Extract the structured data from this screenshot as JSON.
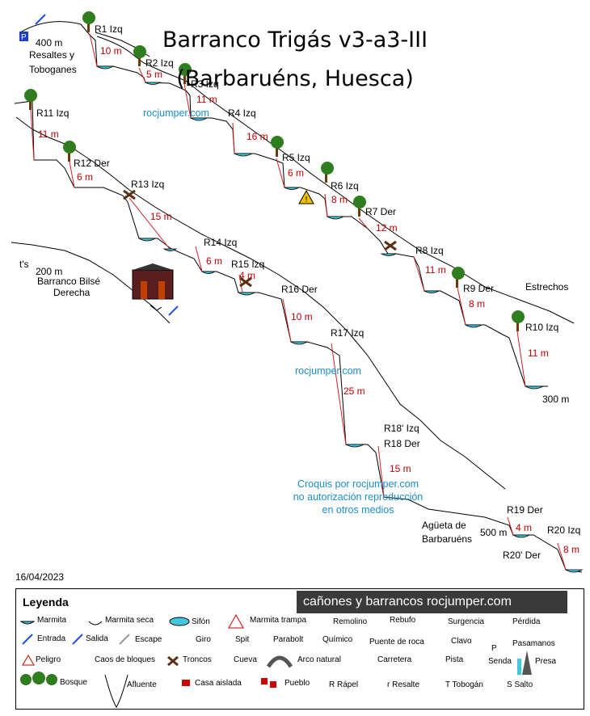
{
  "title": {
    "line1": "Barranco Trigás v3-a3-III",
    "line2": "(Barbaruéns, Huesca)"
  },
  "watermarks": [
    "rocjumper.com",
    "rocjumper.com"
  ],
  "note": [
    "Croquis por rocjumper.com",
    "no autorización reproducción",
    "en otros medios"
  ],
  "date": "16/04/2023",
  "labels": {
    "access": "400 m",
    "resaltes1": "Resaltes y",
    "resaltes2": "Toboganes",
    "bilse_dist": "200 m",
    "bilse_ts": "t's",
    "bilse1": "Barranco Bilsé",
    "bilse2": "Derecha",
    "estrechos": "Estrechos",
    "d300": "300 m",
    "d500": "500 m",
    "aigueta1": "Agüeta de",
    "aigueta2": "Barbaruéns"
  },
  "rappels": [
    {
      "name": "R1 Izq",
      "height": "10 m"
    },
    {
      "name": "R2 Izq",
      "height": "5 m"
    },
    {
      "name": "R3 Izq",
      "height": "11 m"
    },
    {
      "name": "R4 Izq",
      "height": "16 m"
    },
    {
      "name": "R5 Izq",
      "height": "6 m"
    },
    {
      "name": "R6 Izq",
      "height": "8 m"
    },
    {
      "name": "R7 Der",
      "height": "12 m"
    },
    {
      "name": "R8 Izq",
      "height": "11 m"
    },
    {
      "name": "R9 Der",
      "height": "8 m"
    },
    {
      "name": "R10 Izq",
      "height": "11 m"
    },
    {
      "name": "R11 Izq",
      "height": "11 m"
    },
    {
      "name": "R12 Der",
      "height": "6 m"
    },
    {
      "name": "R13 Izq",
      "height": "15 m"
    },
    {
      "name": "R14 Izq",
      "height": "6 m"
    },
    {
      "name": "R15 Izq",
      "height": "4 m"
    },
    {
      "name": "R16 Der",
      "height": "10 m"
    },
    {
      "name": "R17 Izq",
      "height": "25 m"
    },
    {
      "name": "R18' Izq",
      "height": ""
    },
    {
      "name": "R18 Der",
      "height": "15 m"
    },
    {
      "name": "R19 Der",
      "height": "4 m"
    },
    {
      "name": "R20 Izq",
      "height": "8 m"
    },
    {
      "name": "R20' Der",
      "height": ""
    }
  ],
  "legend": {
    "title": "Leyenda",
    "brand": "cañones y barrancos rocjumper.com",
    "items": [
      "Marmita",
      "Marmita seca",
      "Sifón",
      "Marmita trampa",
      "Remolino",
      "Rebufo",
      "Surgencia",
      "Pérdida",
      "Entrada",
      "Salida",
      "Escape",
      "Giro",
      "Spit",
      "Parabolt",
      "Químico",
      "Puente de roca",
      "Clavo",
      "Pasamanos",
      "Peligro",
      "Caos de bloques",
      "Troncos",
      "Cueva",
      "Arco natural",
      "Carretera",
      "Pista",
      "Senda",
      "Presa",
      "Bosque",
      "Afluente",
      "Casa aislada",
      "Pueblo",
      "R Rápel",
      "r Resalte",
      "T Tobogán",
      "S Salto"
    ],
    "pasamanos_p": "P"
  },
  "colors": {
    "line": "#000000",
    "rope": "#d02020",
    "water": "#3fc8e0",
    "tree": "#2e7d1e",
    "trunk": "#6b3a10",
    "text_red": "#c00000"
  }
}
